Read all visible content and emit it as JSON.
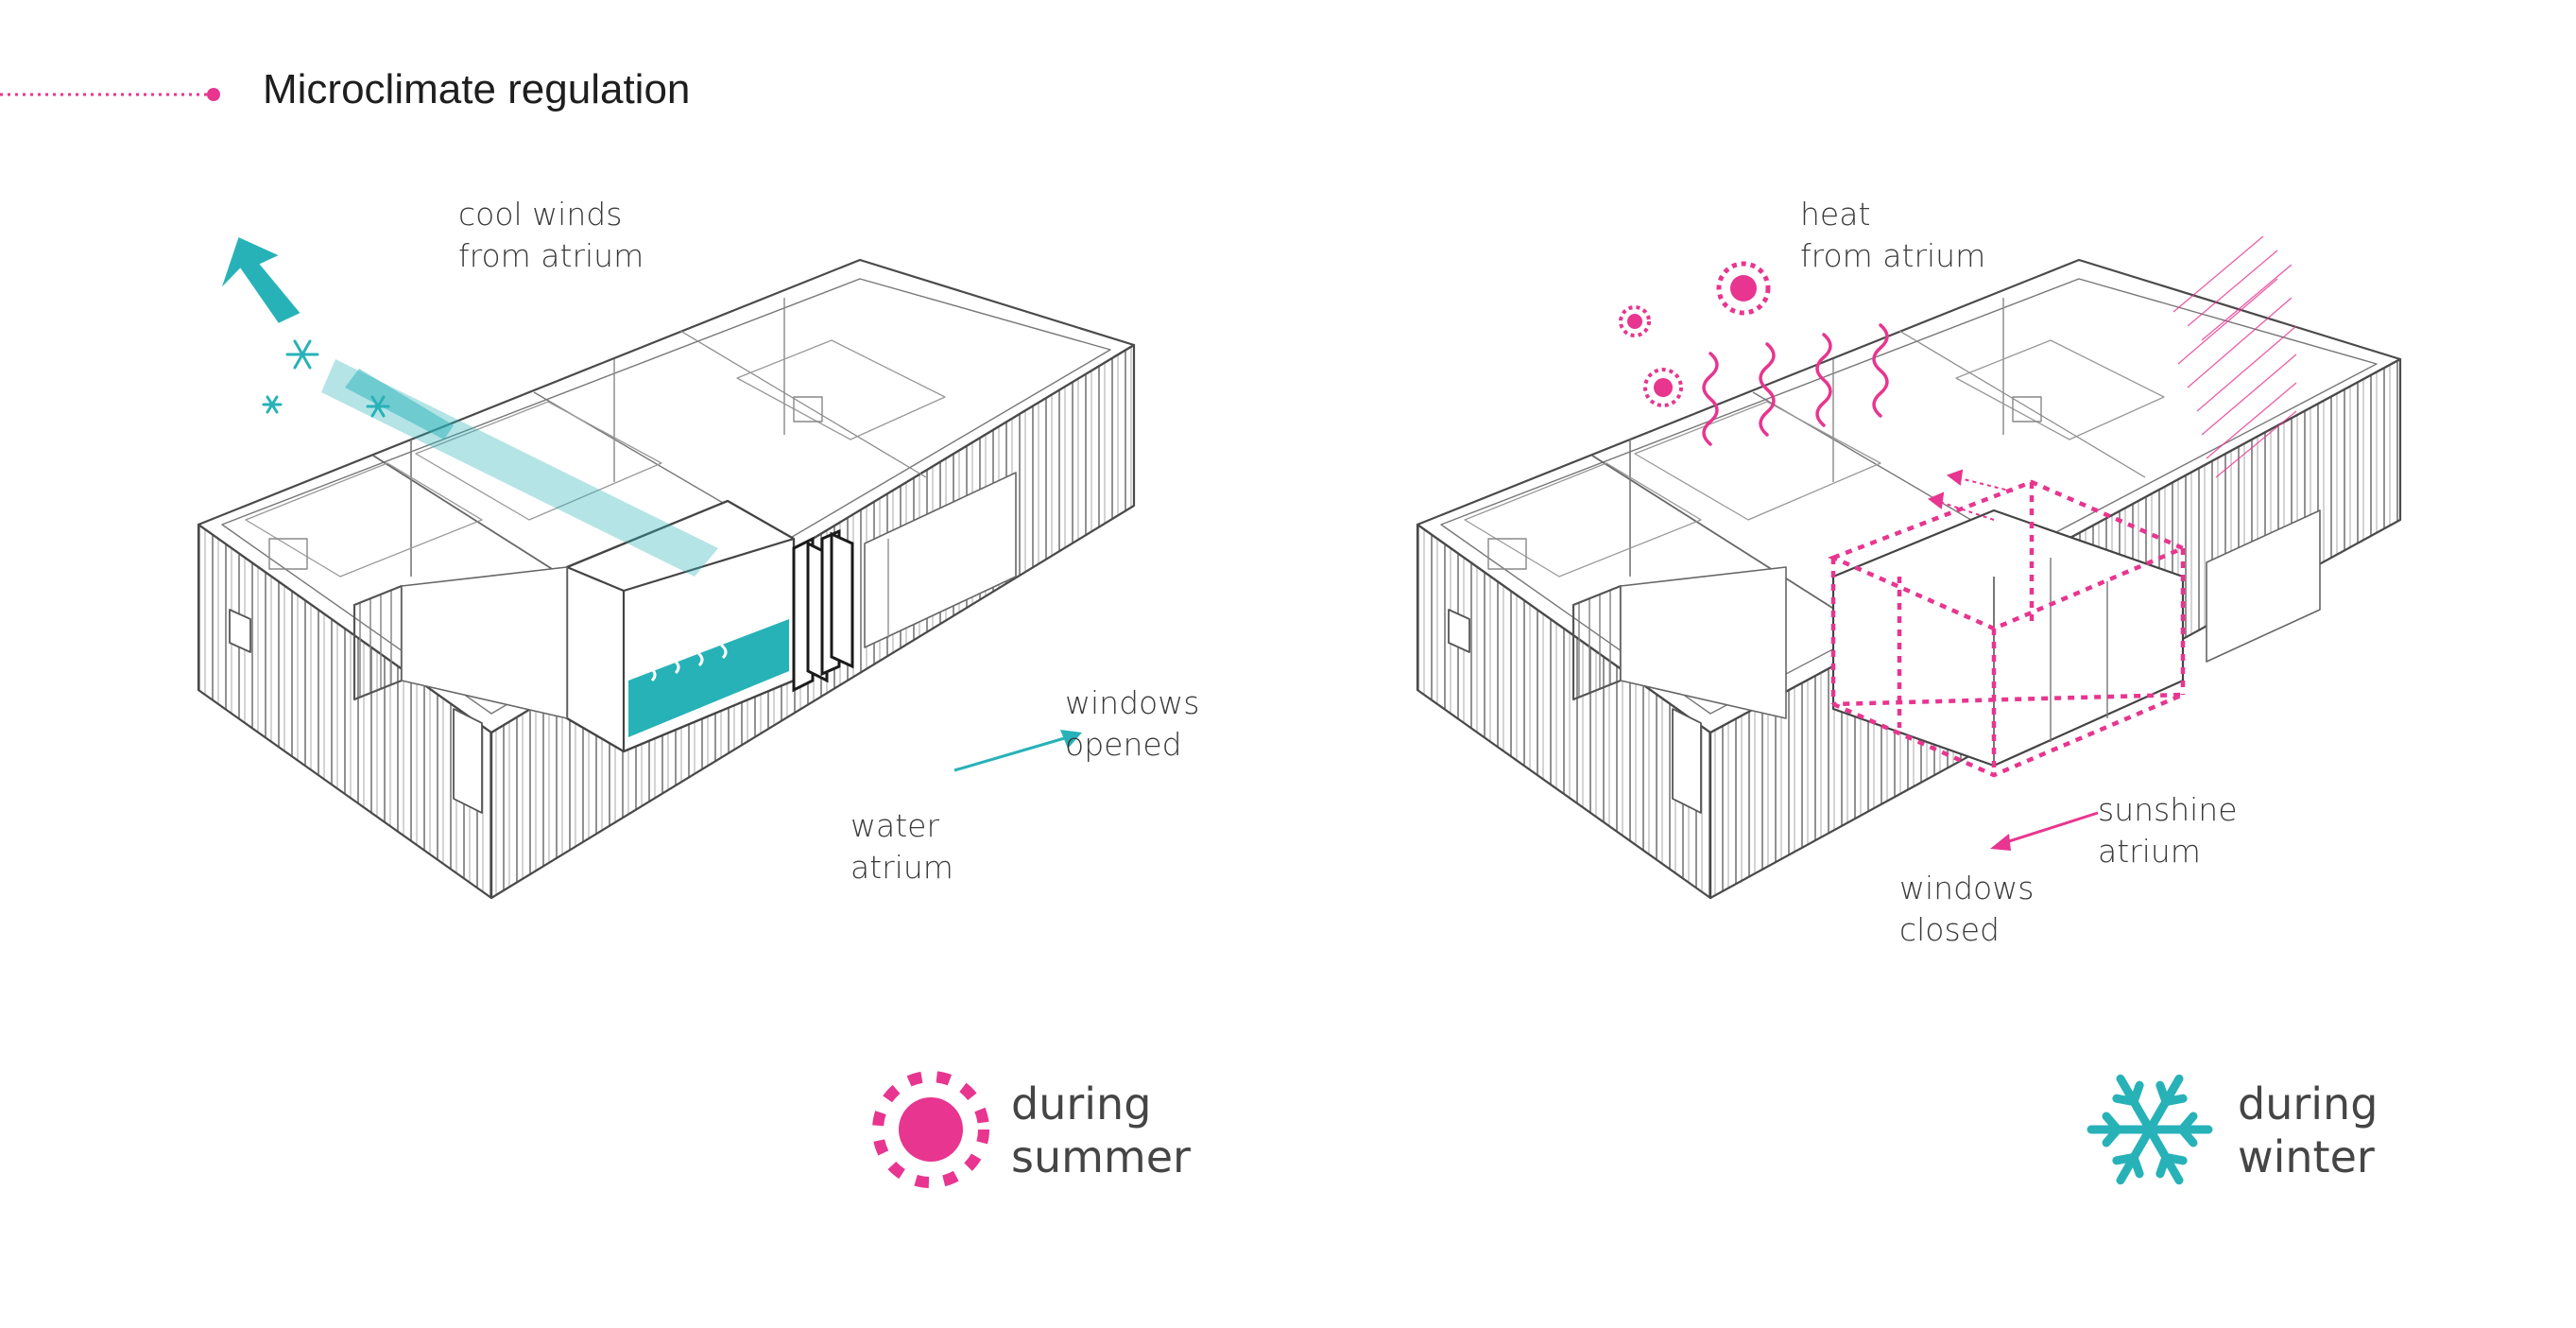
{
  "title": "Microclimate regulation",
  "colors": {
    "pink": "#e8358f",
    "teal": "#27b2b8",
    "line": "#6b6b6b",
    "text": "#3a3a3a"
  },
  "summer": {
    "wind_label": [
      "cool winds",
      "from atrium"
    ],
    "windows_label": [
      "windows",
      "opened"
    ],
    "water_label": [
      "water",
      "atrium"
    ],
    "season": [
      "during",
      "summer"
    ],
    "season_icon": "sun-icon"
  },
  "winter": {
    "heat_label": [
      "heat",
      "from atrium"
    ],
    "sunshine_label": [
      "sunshine",
      "atrium"
    ],
    "windows_label": [
      "windows",
      "closed"
    ],
    "season": [
      "during",
      "winter"
    ],
    "season_icon": "snowflake-icon"
  }
}
